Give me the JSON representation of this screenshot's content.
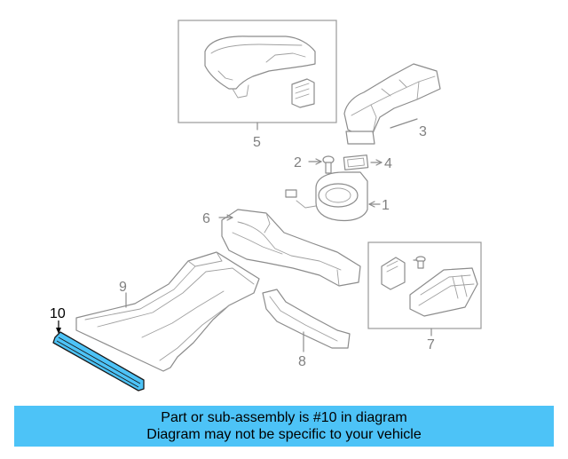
{
  "callouts": {
    "c1": "1",
    "c2": "2",
    "c3": "3",
    "c4": "4",
    "c5": "5",
    "c6": "6",
    "c7": "7",
    "c8": "8",
    "c9": "9",
    "c10": "10"
  },
  "highlight": {
    "part_number": "10",
    "color": "#4dc3f7"
  },
  "banner": {
    "line1": "Part or sub-assembly is #10 in diagram",
    "line2": "Diagram may not be specific to your vehicle",
    "background": "#4dc3f7"
  }
}
